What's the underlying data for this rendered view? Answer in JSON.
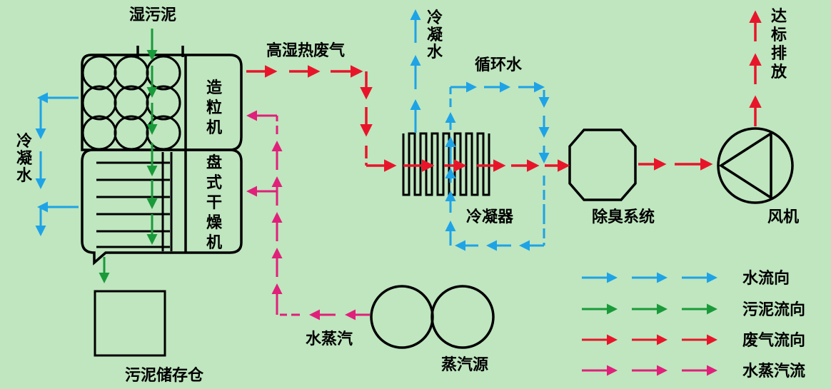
{
  "labels": {
    "wet_sludge": "湿污泥",
    "granulator": "造粒机",
    "disc_dryer": "盘式干燥机",
    "condensate_left": "冷凝水",
    "high_humidity_gas": "高湿热废气",
    "condensate_top": "冷凝水",
    "circulating_water": "循环水",
    "condenser": "冷凝器",
    "deodor": "除臭系统",
    "fan": "风机",
    "emission": "达标排放",
    "steam": "水蒸汽",
    "steam_source": "蒸汽源",
    "sludge_storage": "污泥储存仓"
  },
  "legend": [
    {
      "label": "水流向",
      "color": "#1ea3e6"
    },
    {
      "label": "污泥流向",
      "color": "#1a9a3a"
    },
    {
      "label": "废气流向",
      "color": "#e8152a"
    },
    {
      "label": "水蒸汽流",
      "color": "#e0207a"
    }
  ],
  "colors": {
    "water": "#1ea3e6",
    "sludge": "#1a9a3a",
    "gas": "#e8152a",
    "steam": "#e0207a"
  }
}
